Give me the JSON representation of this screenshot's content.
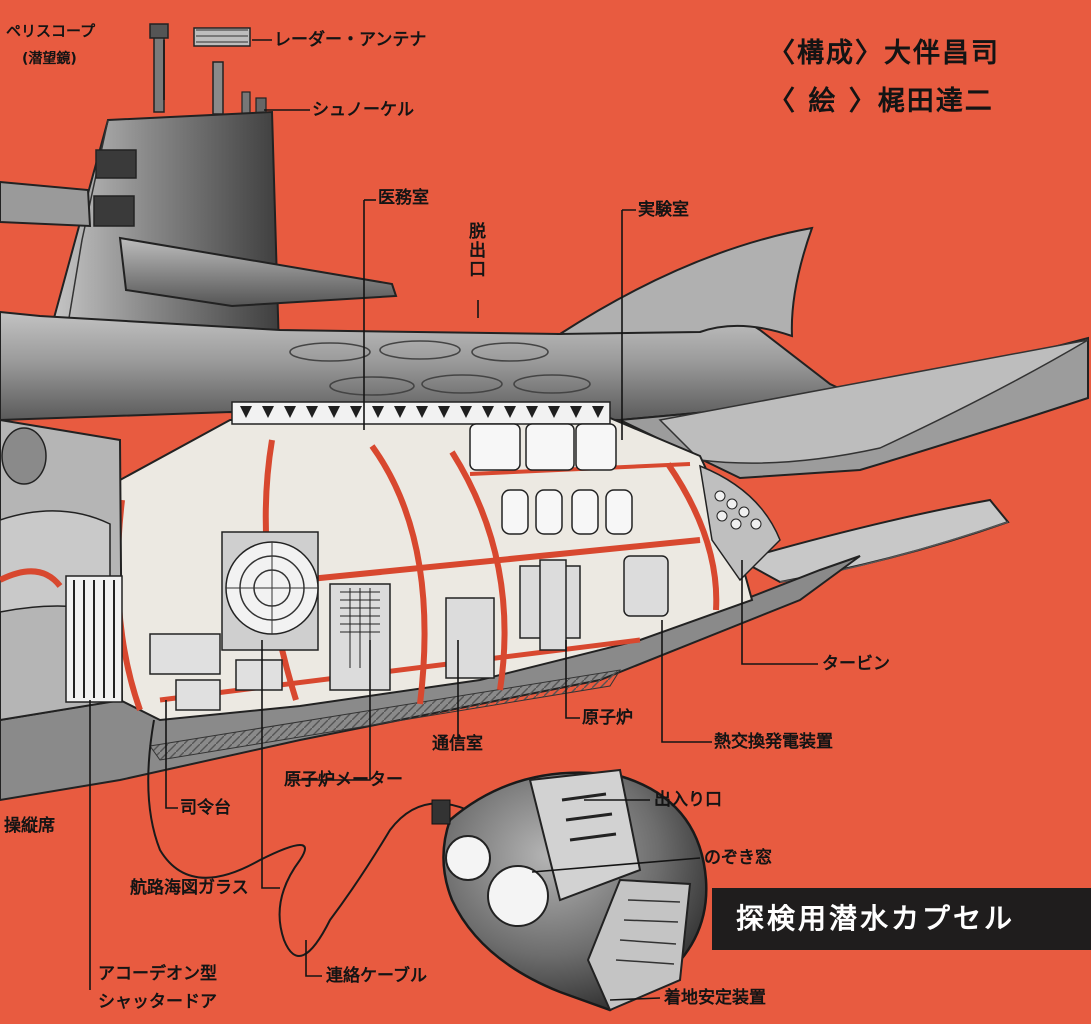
{
  "credits": {
    "composition_line": "〈構成〉大伴昌司",
    "illustration_line": "〈 絵 〉梶田達二"
  },
  "labels": {
    "periscope": "ペリスコープ",
    "periscope_sub": "(潜望鏡)",
    "radar_antenna": "レーダー・アンテナ",
    "snorkel": "シュノーケル",
    "medical_room": "医務室",
    "escape_hatch": "脱出口",
    "laboratory": "実験室",
    "turbine": "タービン",
    "reactor": "原子炉",
    "heat_exchange": "熱交換発電装置",
    "comm_room": "通信室",
    "reactor_meter": "原子炉メーター",
    "command_stand": "司令台",
    "helm_seat": "操縦席",
    "nav_chart_glass": "航路海図ガラス",
    "accordion_door_1": "アコーデオン型",
    "accordion_door_2": "シャッタードア",
    "contact_cable": "連絡ケーブル",
    "entrance": "出入り口",
    "peep_window": "のぞき窓",
    "landing_stabilizer": "着地安定装置"
  },
  "banner": {
    "text": "探検用潜水カプセル"
  },
  "colors": {
    "background": "#e85b40",
    "hull": "#8f8f8f",
    "hull_dark": "#4a4a4a",
    "interior": "#e9e7e2",
    "accent_red": "#d8482f",
    "ink": "#141414",
    "banner": "#1f1d1d"
  }
}
